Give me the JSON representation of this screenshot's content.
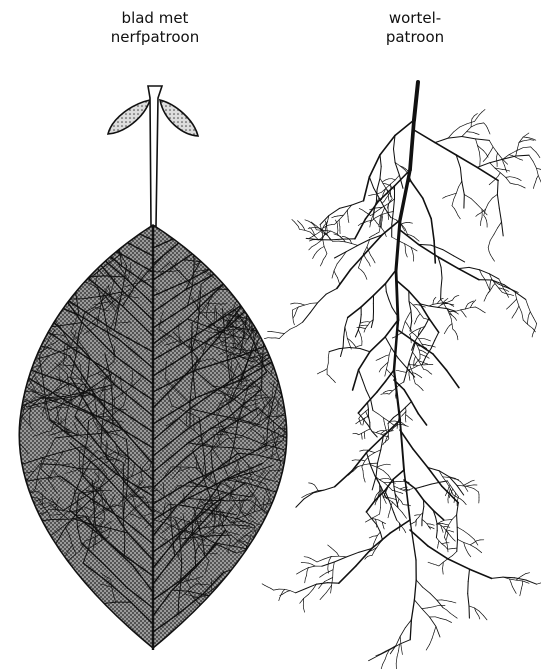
{
  "labels": {
    "leaf": {
      "line1": "blad met",
      "line2": "nerfpatroon"
    },
    "root": {
      "line1": "wortel-",
      "line2": "patroon"
    }
  },
  "colors": {
    "ink": "#111111",
    "leaf_fill": "#555555",
    "paper": "#ffffff"
  },
  "icons": {
    "leaf": "leaf-with-vein-network-drawing",
    "root": "branching-root-system-drawing"
  }
}
